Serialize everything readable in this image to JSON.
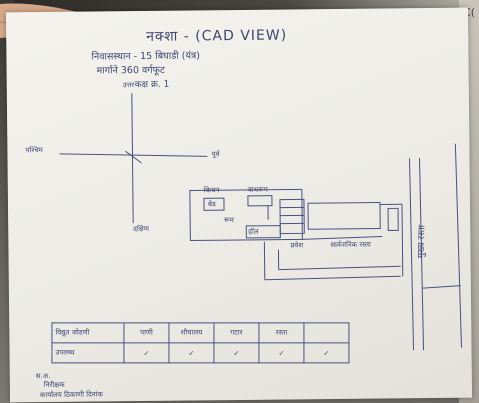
{
  "corner": "C(",
  "header": {
    "title": "नक्शा - (CAD VIEW)",
    "line1": "निवासस्थान - 15 बिघाडी (यंत्र)",
    "line2": "मार्गाने 360 वर्गफूट",
    "line3": "कक्ष क्र. 1"
  },
  "compass": {
    "north": "उत्तर",
    "south": "दक्षिण",
    "east": "पूर्व",
    "west": "पश्चिम"
  },
  "plan": {
    "rooms": [
      "किचन",
      "बाथरूम",
      "बेड",
      "रूम",
      "हॉल",
      "प्रवेश"
    ],
    "road_label": "मुख्य रस्ता",
    "side_road": "सार्वजनिक रस्ता"
  },
  "table": {
    "headers": [
      "विद्युत जोडणी",
      "पाणी",
      "शौचालय",
      "गटार",
      "रस्ता"
    ],
    "row_label": "उपलब्ध",
    "marks": [
      "✓",
      "✓",
      "✓",
      "✓",
      "✓"
    ]
  },
  "footer": {
    "sig1": "स.अ.",
    "sig2": "निरीक्षक",
    "sig3": "कार्यालय ठिकाणी दिनांक"
  }
}
